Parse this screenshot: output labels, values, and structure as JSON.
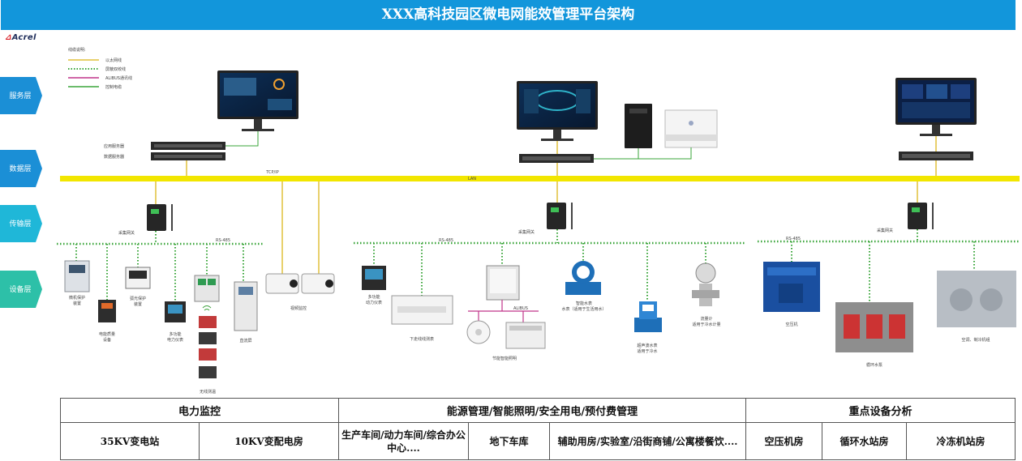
{
  "title": "XXX高科技园区微电网能效管理平台架构",
  "logo": "Acrel",
  "layers": [
    "服务层",
    "数据层",
    "传输层",
    "设备层"
  ],
  "legend": {
    "title": "线缆说明:",
    "items": [
      {
        "label": "以太网线",
        "color": "#e0c13a",
        "style": "solid"
      },
      {
        "label": "屏蔽双绞线",
        "color": "#3aa53a",
        "style": "dotted"
      },
      {
        "label": "ALIBUS通讯线",
        "color": "#c0348a",
        "style": "solid"
      },
      {
        "label": "控制电缆",
        "color": "#3aa53a",
        "style": "solid"
      }
    ]
  },
  "labels": {
    "app_server": "应用服务器",
    "db_server": "数据服务器",
    "tcpip": "TCP/IP",
    "lan": "LAN",
    "gateway": "采集网关",
    "rs485": "RS-485",
    "alibus": "ALIBUS",
    "protect": "微机保护\n装置",
    "power_quality": "电能质量\n设备",
    "arc": "弧光保护\n装置",
    "multi_meter": "多功能\n电力仪表",
    "wireless_temp": "无线测温",
    "dc_screen": "直流屏",
    "video": "视频监控",
    "multi_meter2": "多功能\n动力仪表",
    "lighting_ctrl": "下走线线测表",
    "smart_lighting": "节能智能照明",
    "water_meter": "智能水表\n水表（适用于生活用水）",
    "ultra_water": "超声波水表\n适用于冷水",
    "flow_meter": "流量计\n适用于冷水计量",
    "compressor": "空压机",
    "circ_pump": "循环水泵",
    "chiller": "空调、制冷机组"
  },
  "table": {
    "headers": [
      "电力监控",
      "能源管理/智能照明/安全用电/预付费管理",
      "重点设备分析"
    ],
    "cells": [
      "35KV变电站",
      "10KV变配电房",
      "生产车间/动力车间/综合办公中心....",
      "地下车库",
      "辅助用房/实验室/沿街商铺/公寓楼餐饮....",
      "空压机房",
      "循环水站房",
      "冷冻机站房"
    ]
  }
}
